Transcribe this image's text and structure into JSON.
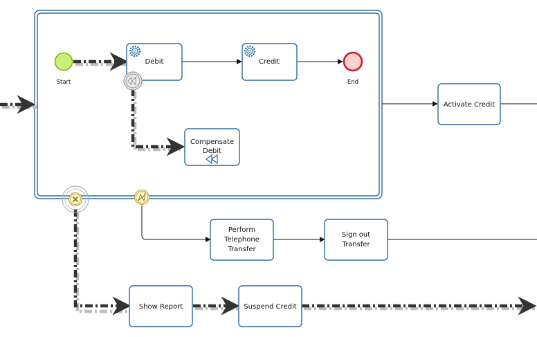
{
  "diagram": {
    "start_event_label": "Start",
    "end_event_label": "End",
    "tasks": {
      "debit": "Debit",
      "credit": "Credit",
      "compensate_debit_line1": "Compensate",
      "compensate_debit_line2": "Debit",
      "activate_credit": "Activate Credit",
      "perform_telephone_line1": "Perform",
      "perform_telephone_line2": "Telephone",
      "perform_telephone_line3": "Transfer",
      "sign_out_line1": "Sign out",
      "sign_out_line2": "Transfer",
      "show_report": "Show Report",
      "suspend_credit": "Suspend Credit"
    },
    "icons": {
      "service_task": "gear-icon",
      "compensation_boundary": "rewind-icon",
      "cancel_boundary": "x-icon",
      "error_boundary": "lightning-icon",
      "compensation_marker": "rewind-icon"
    },
    "colors": {
      "task_border": "#2c6aa0",
      "start_fill": "#c8f07a",
      "start_stroke": "#7cb518",
      "end_fill": "#ffd0d0",
      "end_stroke": "#c0202a",
      "boundary_fill": "#fff6c8",
      "boundary_stroke": "#b89a30"
    }
  }
}
